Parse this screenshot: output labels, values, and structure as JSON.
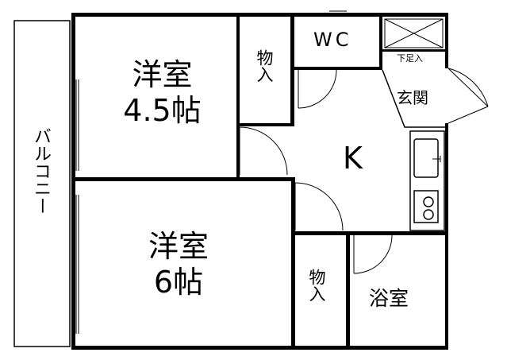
{
  "rooms": {
    "western_small": {
      "name": "洋室",
      "size": "4.5帖"
    },
    "western_large": {
      "name": "洋室",
      "size": "6帖"
    },
    "kitchen": "K",
    "wc": "WC",
    "closet_top": "物入",
    "closet_bottom": "物入",
    "entrance": "玄関",
    "shoe_box": "下足入",
    "bath": "浴室",
    "balcony": "バルコニー"
  }
}
